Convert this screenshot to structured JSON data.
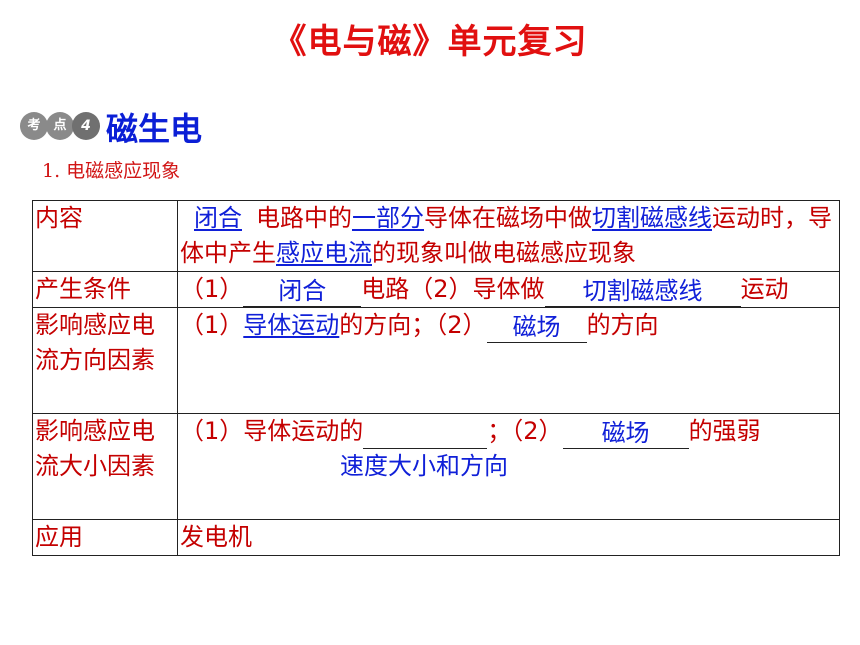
{
  "title": "《电与磁》单元复习",
  "section": {
    "badge1": "考",
    "badge2": "点",
    "badge3": "4",
    "heading": "磁生电"
  },
  "subheading": "1. 电磁感应现象",
  "rows": {
    "content": {
      "label": "内容",
      "ans1": "闭合",
      "t1": "电路中的",
      "ans2": "一部分",
      "t2": "导体在磁场中做",
      "ans3": "切割磁感线",
      "t3": "运动时，导体中产生",
      "ans4": "感应电流",
      "t4": "的现象叫做电磁感应现象"
    },
    "condition": {
      "label": "产生条件",
      "p1": "（1）",
      "ans1": "闭合",
      "t1": "电路（2）导体做",
      "ans2": "切割磁感线",
      "t2": "运动"
    },
    "direction": {
      "label": "影响感应电流方向因素",
      "p1": "（1）",
      "ans1": "导体运动",
      "t1": "的方向；（2）",
      "ans2": "磁场",
      "t2": "的方向"
    },
    "size": {
      "label": "影响感应电流大小因素",
      "t1": "（1）导体运动的",
      "t2": "；（2）",
      "ans2": "磁场",
      "t3": "的强弱",
      "note": "速度大小和方向"
    },
    "application": {
      "label": "应用",
      "value": "发电机"
    }
  }
}
